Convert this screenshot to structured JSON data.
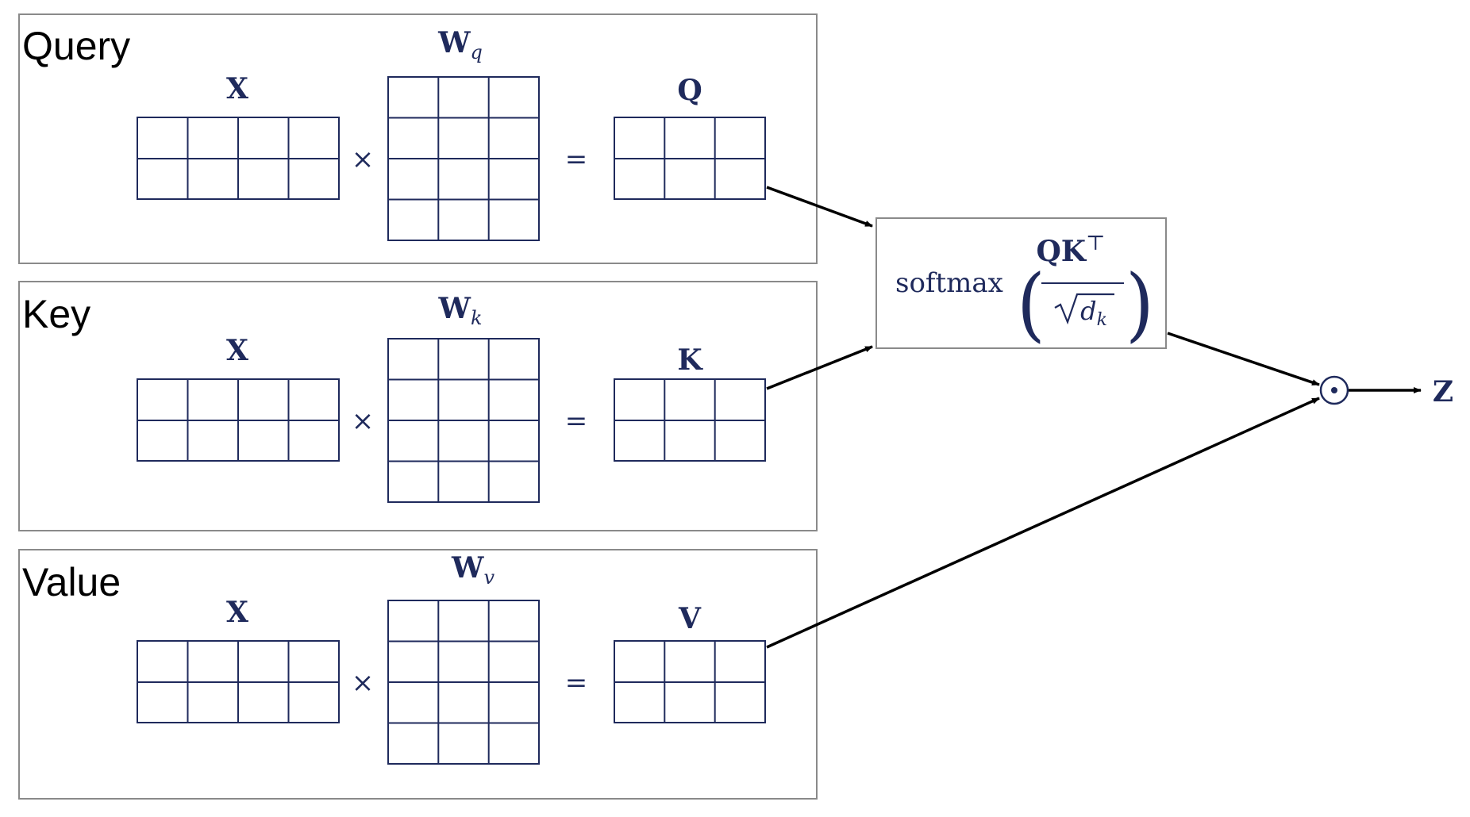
{
  "colors": {
    "matrix_ink": "#1f2a5c",
    "panel_border": "#8a8a8a",
    "arrow": "#000000",
    "text": "#000000"
  },
  "operators": {
    "times": "×",
    "equals": "="
  },
  "panels": [
    {
      "id": "query",
      "title": "Query",
      "input_label": "X",
      "weight_label": "W",
      "weight_sub": "q",
      "output_label": "Q"
    },
    {
      "id": "key",
      "title": "Key",
      "input_label": "X",
      "weight_label": "W",
      "weight_sub": "k",
      "output_label": "K"
    },
    {
      "id": "value",
      "title": "Value",
      "input_label": "X",
      "weight_label": "W",
      "weight_sub": "v",
      "output_label": "V"
    }
  ],
  "softmax": {
    "func": "softmax",
    "num_main": "QK",
    "num_sup": "⊤",
    "den_var": "d",
    "den_sub": "k"
  },
  "combine": {
    "symbol": "⊙",
    "output_label": "Z"
  }
}
